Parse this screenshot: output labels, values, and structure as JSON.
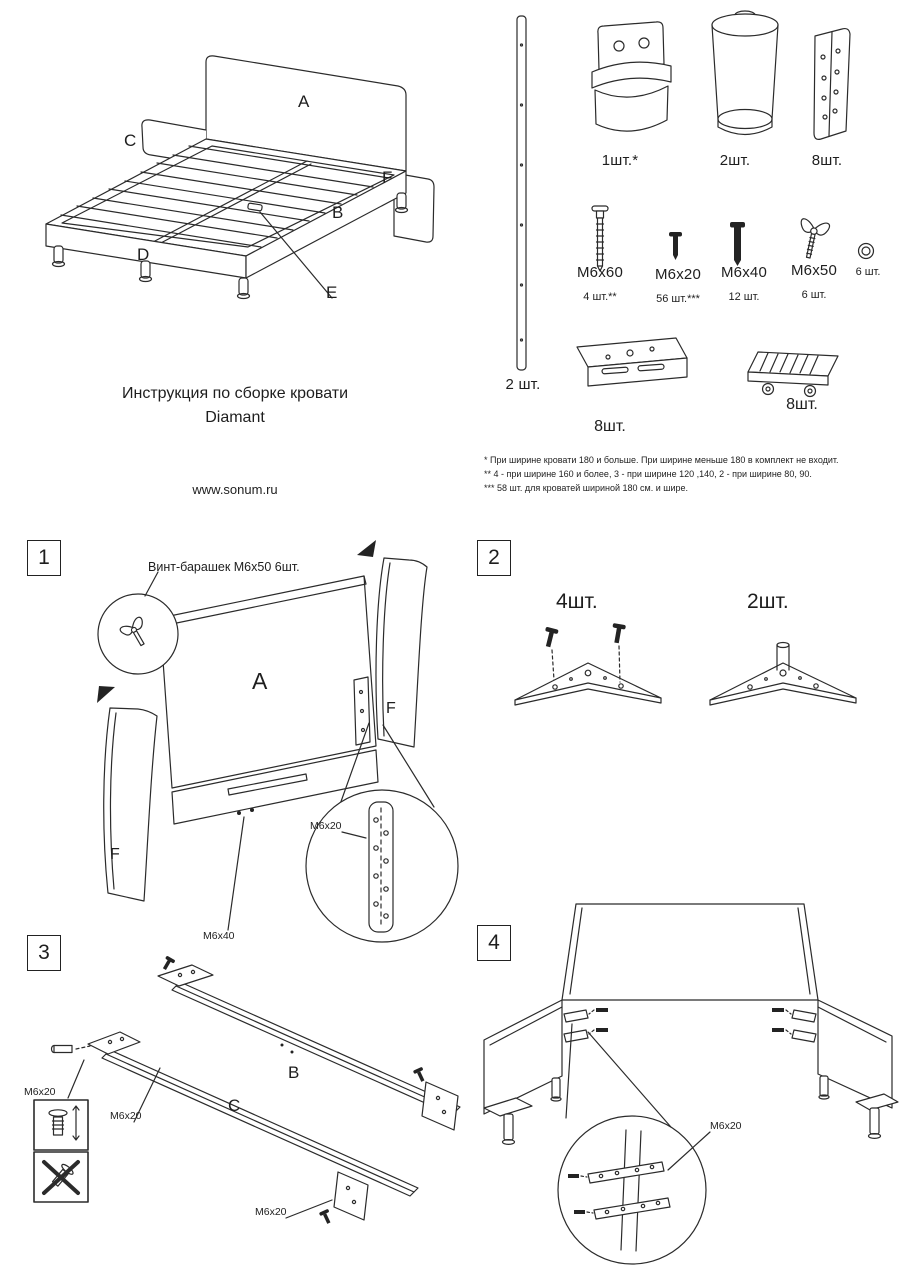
{
  "header": {
    "title_line1": "Инструкция по сборке кровати",
    "title_line2": "Diamant",
    "website": "www.sonum.ru"
  },
  "bed_overview": {
    "labels": {
      "a": "A",
      "b": "B",
      "c": "C",
      "d": "D",
      "e": "E",
      "f": "F"
    }
  },
  "parts": {
    "rail": {
      "qty": "2 шт."
    },
    "headboard_bracket": {
      "qty": "1шт.*"
    },
    "leg_cylinder": {
      "qty": "2шт."
    },
    "angle_bracket": {
      "qty": "8шт."
    },
    "m6x60": {
      "label": "М6х60",
      "qty": "4 шт.**"
    },
    "m6x20": {
      "label": "М6х20",
      "qty": "56 шт.***"
    },
    "m6x40": {
      "label": "М6х40",
      "qty": "12 шт."
    },
    "m6x50": {
      "label": "М6х50",
      "qty": "6 шт."
    },
    "washer": {
      "qty": "6 шт."
    },
    "corner_plate": {
      "qty": "8шт."
    },
    "slat_holder": {
      "qty": "8шт."
    }
  },
  "footnotes": [
    "* При ширине кровати 180 и больше. При ширине меньше  180 в комплект не входит.",
    "**  4 - при ширине 160 и более, 3 - при ширине 120  ,140, 2 - при ширине 80, 90.",
    "***  58 шт. для кроватей шириной 180 см. и шире."
  ],
  "steps": {
    "s1": {
      "number": "1",
      "wing_screw_note": "Винт-барашек М6х50  6шт.",
      "label_a": "A",
      "label_f_right": "F",
      "label_f_left": "F",
      "m6x20": "М6х20",
      "m6x40": "М6х40"
    },
    "s2": {
      "number": "2",
      "qty_left": "4шт.",
      "qty_right": "2шт."
    },
    "s3": {
      "number": "3",
      "label_b": "B",
      "label_c": "C",
      "m6x20_left": "М6х20",
      "m6x20_mid": "М6х20",
      "m6x20_bottom": "М6х20"
    },
    "s4": {
      "number": "4",
      "m6x20": "М6х20"
    }
  }
}
